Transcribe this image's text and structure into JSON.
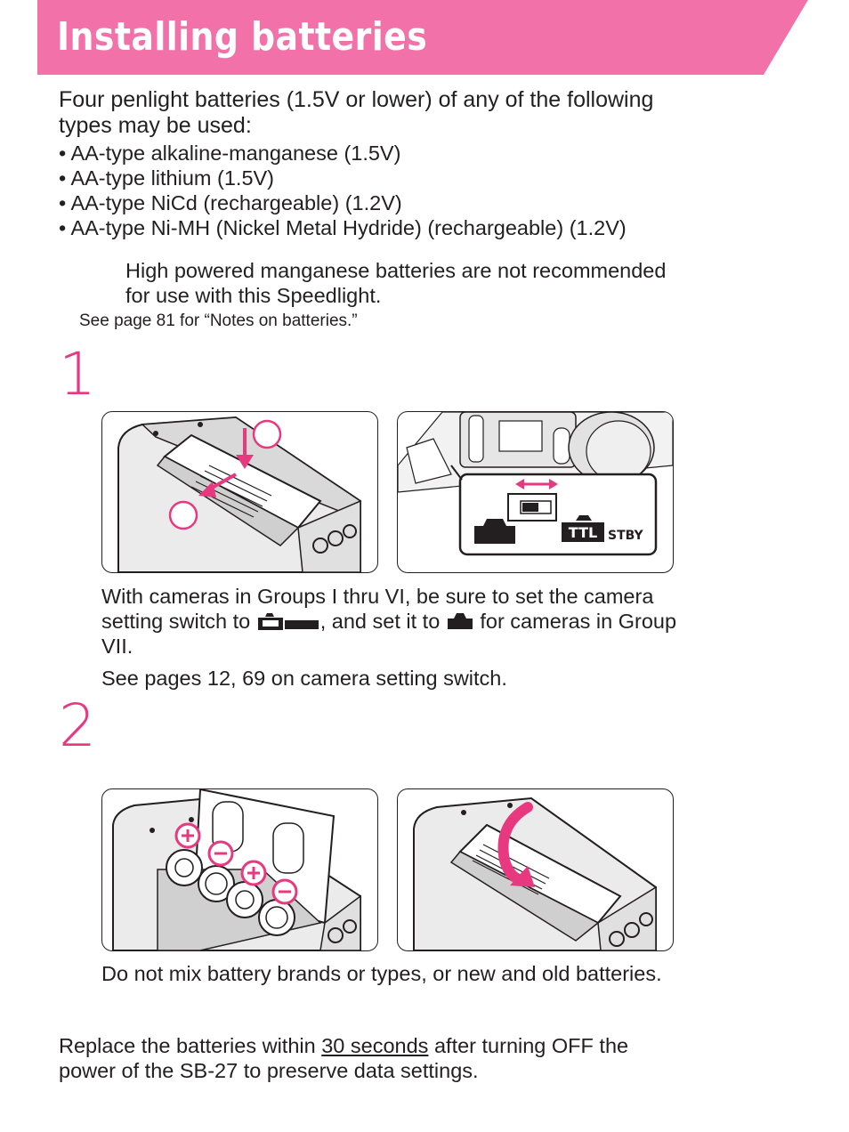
{
  "header": {
    "title": "Installing batteries"
  },
  "intro": {
    "line1": "Four penlight batteries (1.5V or lower) of any of the following",
    "line2": "types may be used:",
    "types": [
      "• AA-type alkaline-manganese (1.5V)",
      "• AA-type lithium (1.5V)",
      "• AA-type NiCd (rechargeable) (1.2V)",
      "• AA-type Ni-MH (Nickel Metal Hydride) (rechargeable) (1.2V)"
    ],
    "note_line1": "High powered manganese batteries are not recommended",
    "note_line2": "for use with this Speedlight.",
    "see_notes": "See page 81 for “Notes on batteries.”"
  },
  "step1": {
    "number": "1",
    "switch_label_ttl": "TTL",
    "switch_label_stby": "STBY",
    "text_line1": "With cameras in Groups I thru VI, be sure to set the camera",
    "text_line2_a": "setting switch to",
    "text_line2_b": ", and set it to",
    "text_line2_c": "for cameras in Group",
    "text_line3": "VII.",
    "see_pages": "See pages 12, 69 on camera setting switch."
  },
  "step2": {
    "number": "2",
    "warning": "Do not mix battery brands or types, or new and old batteries."
  },
  "footer": {
    "line1_a": "Replace the batteries within",
    "line1_u": "30 seconds",
    "line1_b": "after turning OFF the",
    "line2": "power of the SB-27 to preserve data settings."
  },
  "colors": {
    "accent": "#e8387f",
    "banner": "#f171a8",
    "text": "#231f20"
  }
}
